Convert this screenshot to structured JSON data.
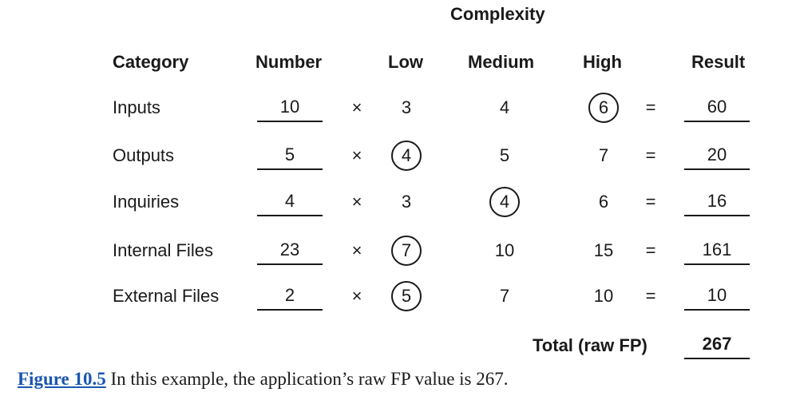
{
  "title": "Complexity",
  "headers": {
    "category": "Category",
    "number": "Number",
    "low": "Low",
    "medium": "Medium",
    "high": "High",
    "result": "Result"
  },
  "operators": {
    "times": "×",
    "equals": "="
  },
  "rows": [
    {
      "category": "Inputs",
      "number": "10",
      "low": "3",
      "medium": "4",
      "high": "6",
      "result": "60",
      "selected": "high"
    },
    {
      "category": "Outputs",
      "number": "5",
      "low": "4",
      "medium": "5",
      "high": "7",
      "result": "20",
      "selected": "low"
    },
    {
      "category": "Inquiries",
      "number": "4",
      "low": "3",
      "medium": "4",
      "high": "6",
      "result": "16",
      "selected": "medium"
    },
    {
      "category": "Internal Files",
      "number": "23",
      "low": "7",
      "medium": "10",
      "high": "15",
      "result": "161",
      "selected": "low"
    },
    {
      "category": "External Files",
      "number": "2",
      "low": "5",
      "medium": "7",
      "high": "10",
      "result": "10",
      "selected": "low"
    }
  ],
  "total": {
    "label": "Total (raw FP)",
    "value": "267"
  },
  "caption": {
    "figure_label": "Figure 10.5",
    "text": " In this example, the application’s raw FP value is 267."
  }
}
